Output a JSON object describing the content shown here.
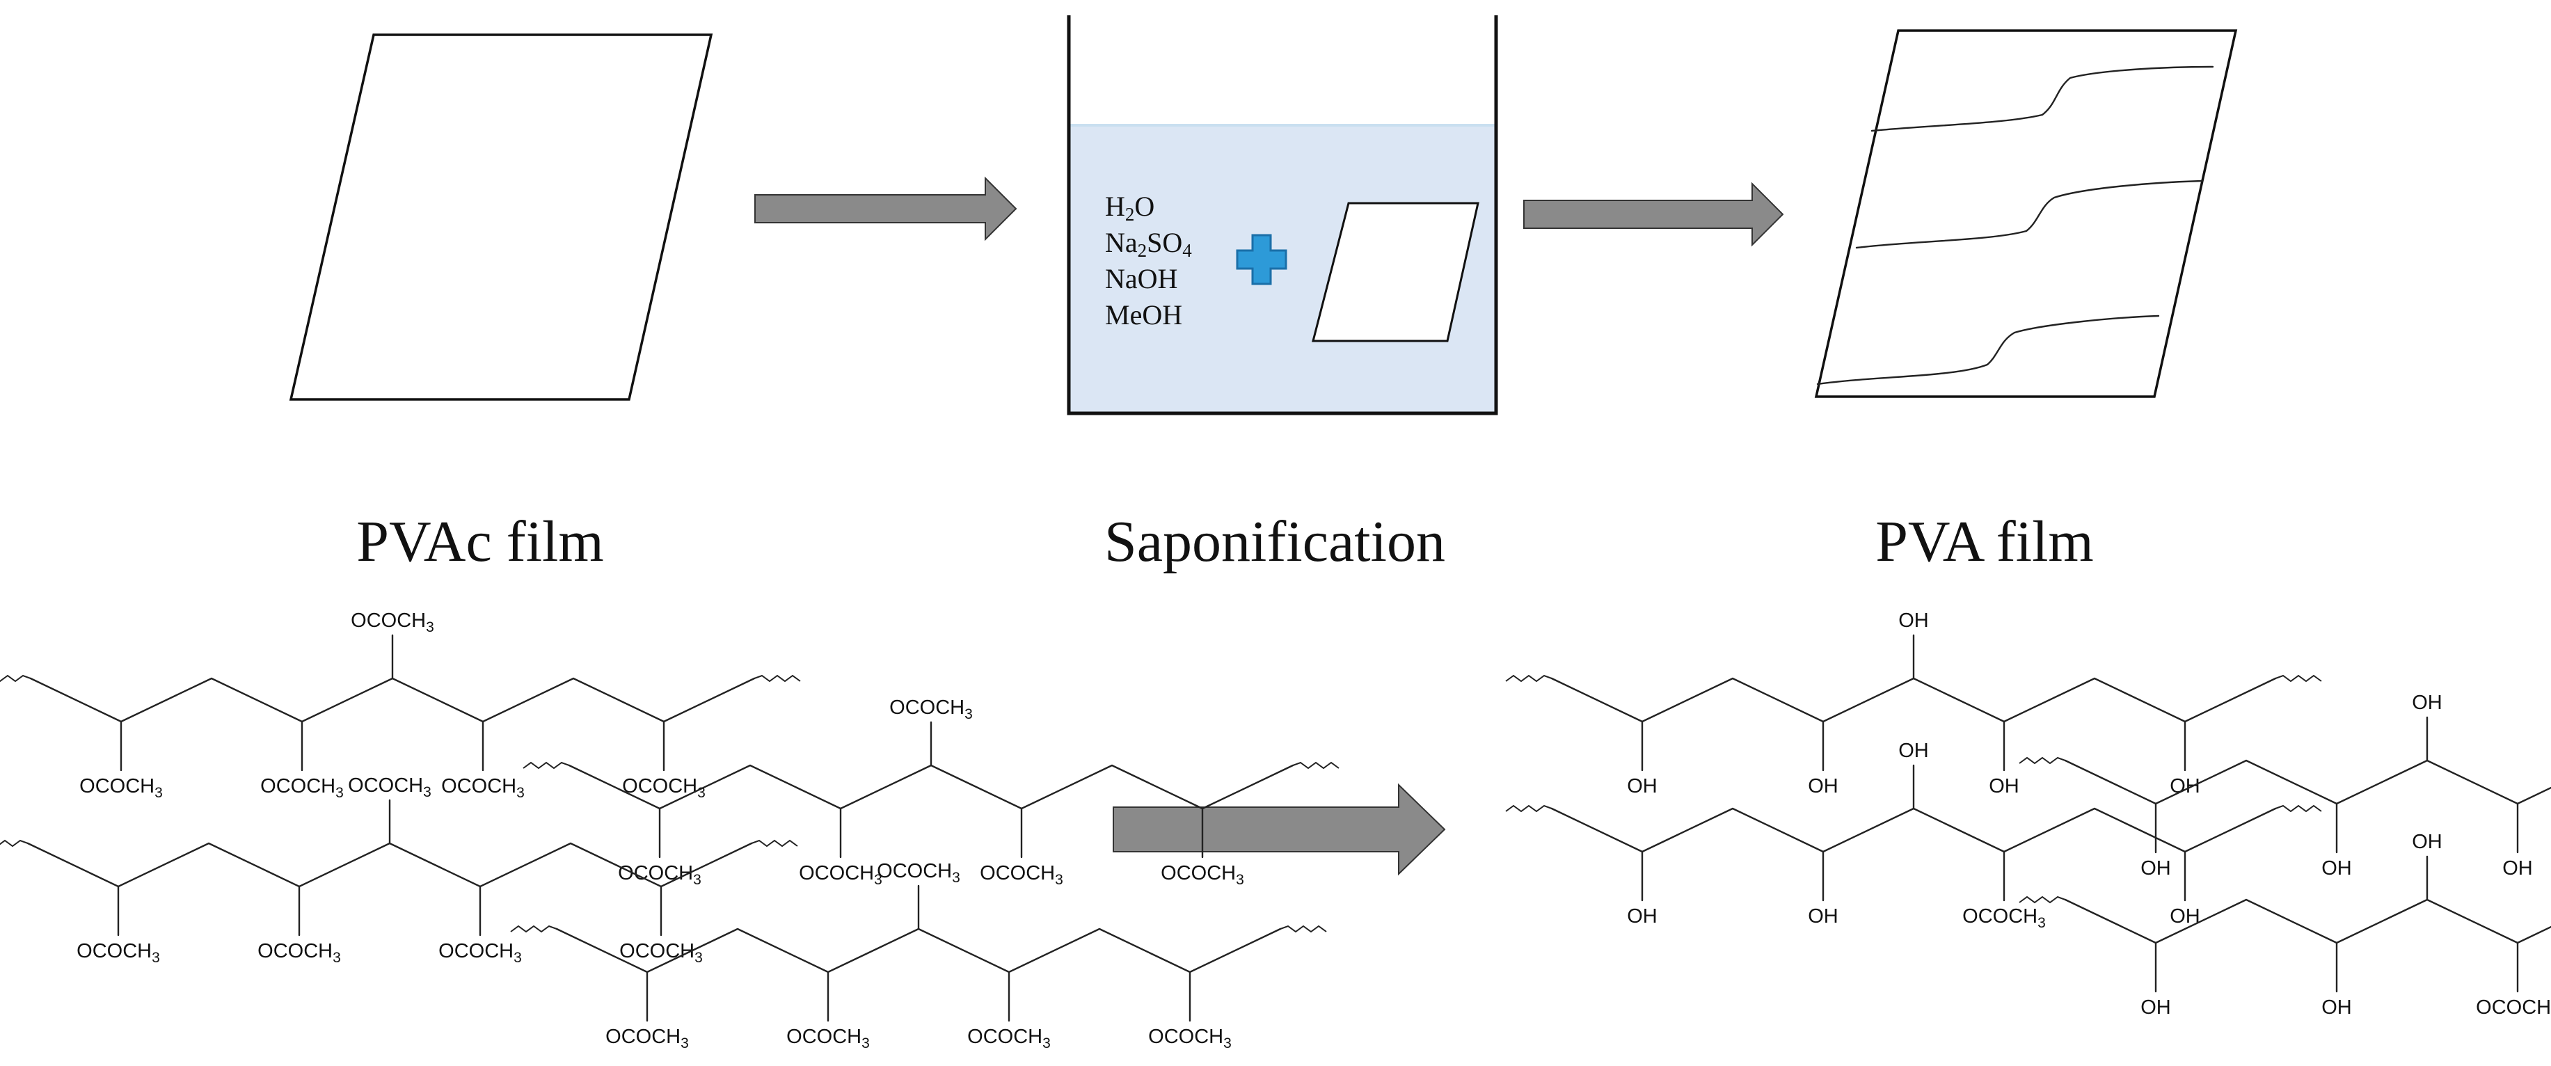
{
  "captions": {
    "left": "PVAc film",
    "middle": "Saponification",
    "right": "PVA film"
  },
  "reagents": [
    {
      "base": "H",
      "sub": "2",
      "rest": "O"
    },
    {
      "base": "Na",
      "sub": "2",
      "rest": "SO",
      "sub2": "4"
    },
    {
      "base": "NaOH"
    },
    {
      "base": "MeOH"
    }
  ],
  "groups": {
    "acetate": "OCOCH",
    "acetate_sub": "3",
    "hydroxyl": "OH"
  },
  "icons": {
    "plus": "plus-icon",
    "arrows": "arrow-right-icon",
    "film": "film-sheet-icon",
    "bath": "beaker-bath-icon"
  },
  "colors": {
    "bath_liquid": "#dbe6f4",
    "liquid_surface": "#c9dff0",
    "plus_fill": "#2d9ad8",
    "arrow_fill": "#8a8a8a"
  }
}
